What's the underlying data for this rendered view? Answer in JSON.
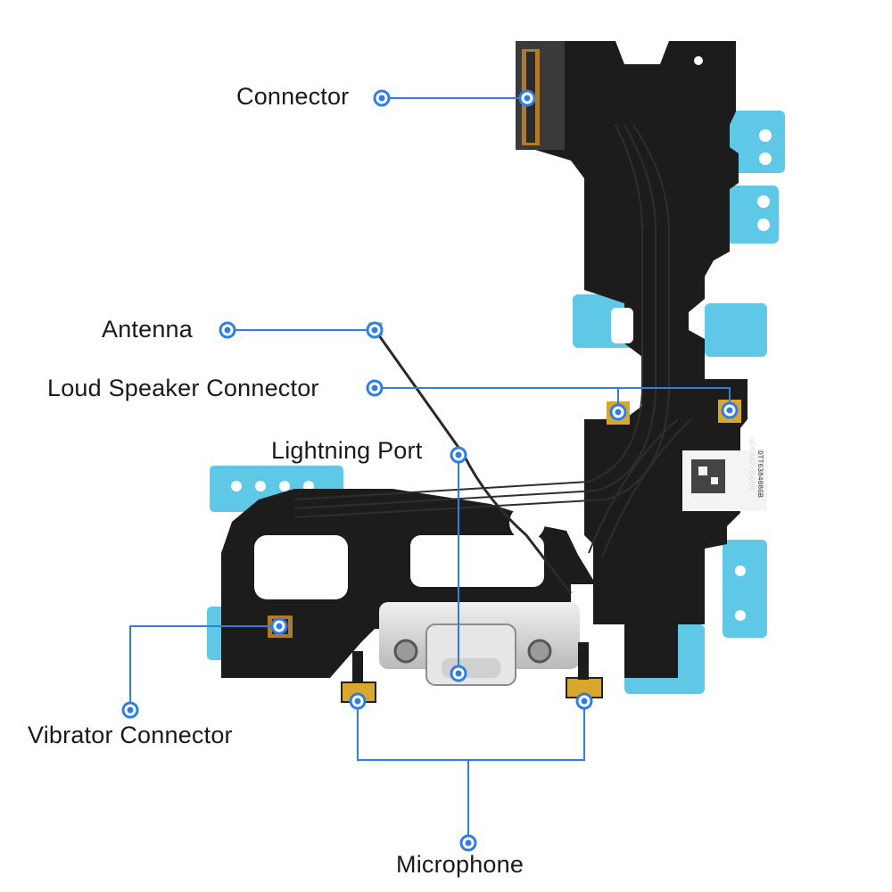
{
  "colors": {
    "flex_cable": "#1c1c1c",
    "flex_trace": "#2e2e2e",
    "adhesive_tab": "#5ec8e6",
    "callout_line": "#2f7fe0",
    "gold_pad": "#d9a62e",
    "port_silver": "#d8d8d8"
  },
  "labels": {
    "connector": "Connector",
    "antenna": "Antenna",
    "loud_speaker_connector": "Loud Speaker Connector",
    "lightning_port": "Lightning Port",
    "vibrator_connector": "Vibrator Connector",
    "microphone": "Microphone"
  },
  "part_markings": {
    "model_code": "HFR3A7-0K0M",
    "serial": "DTT638408GB"
  }
}
